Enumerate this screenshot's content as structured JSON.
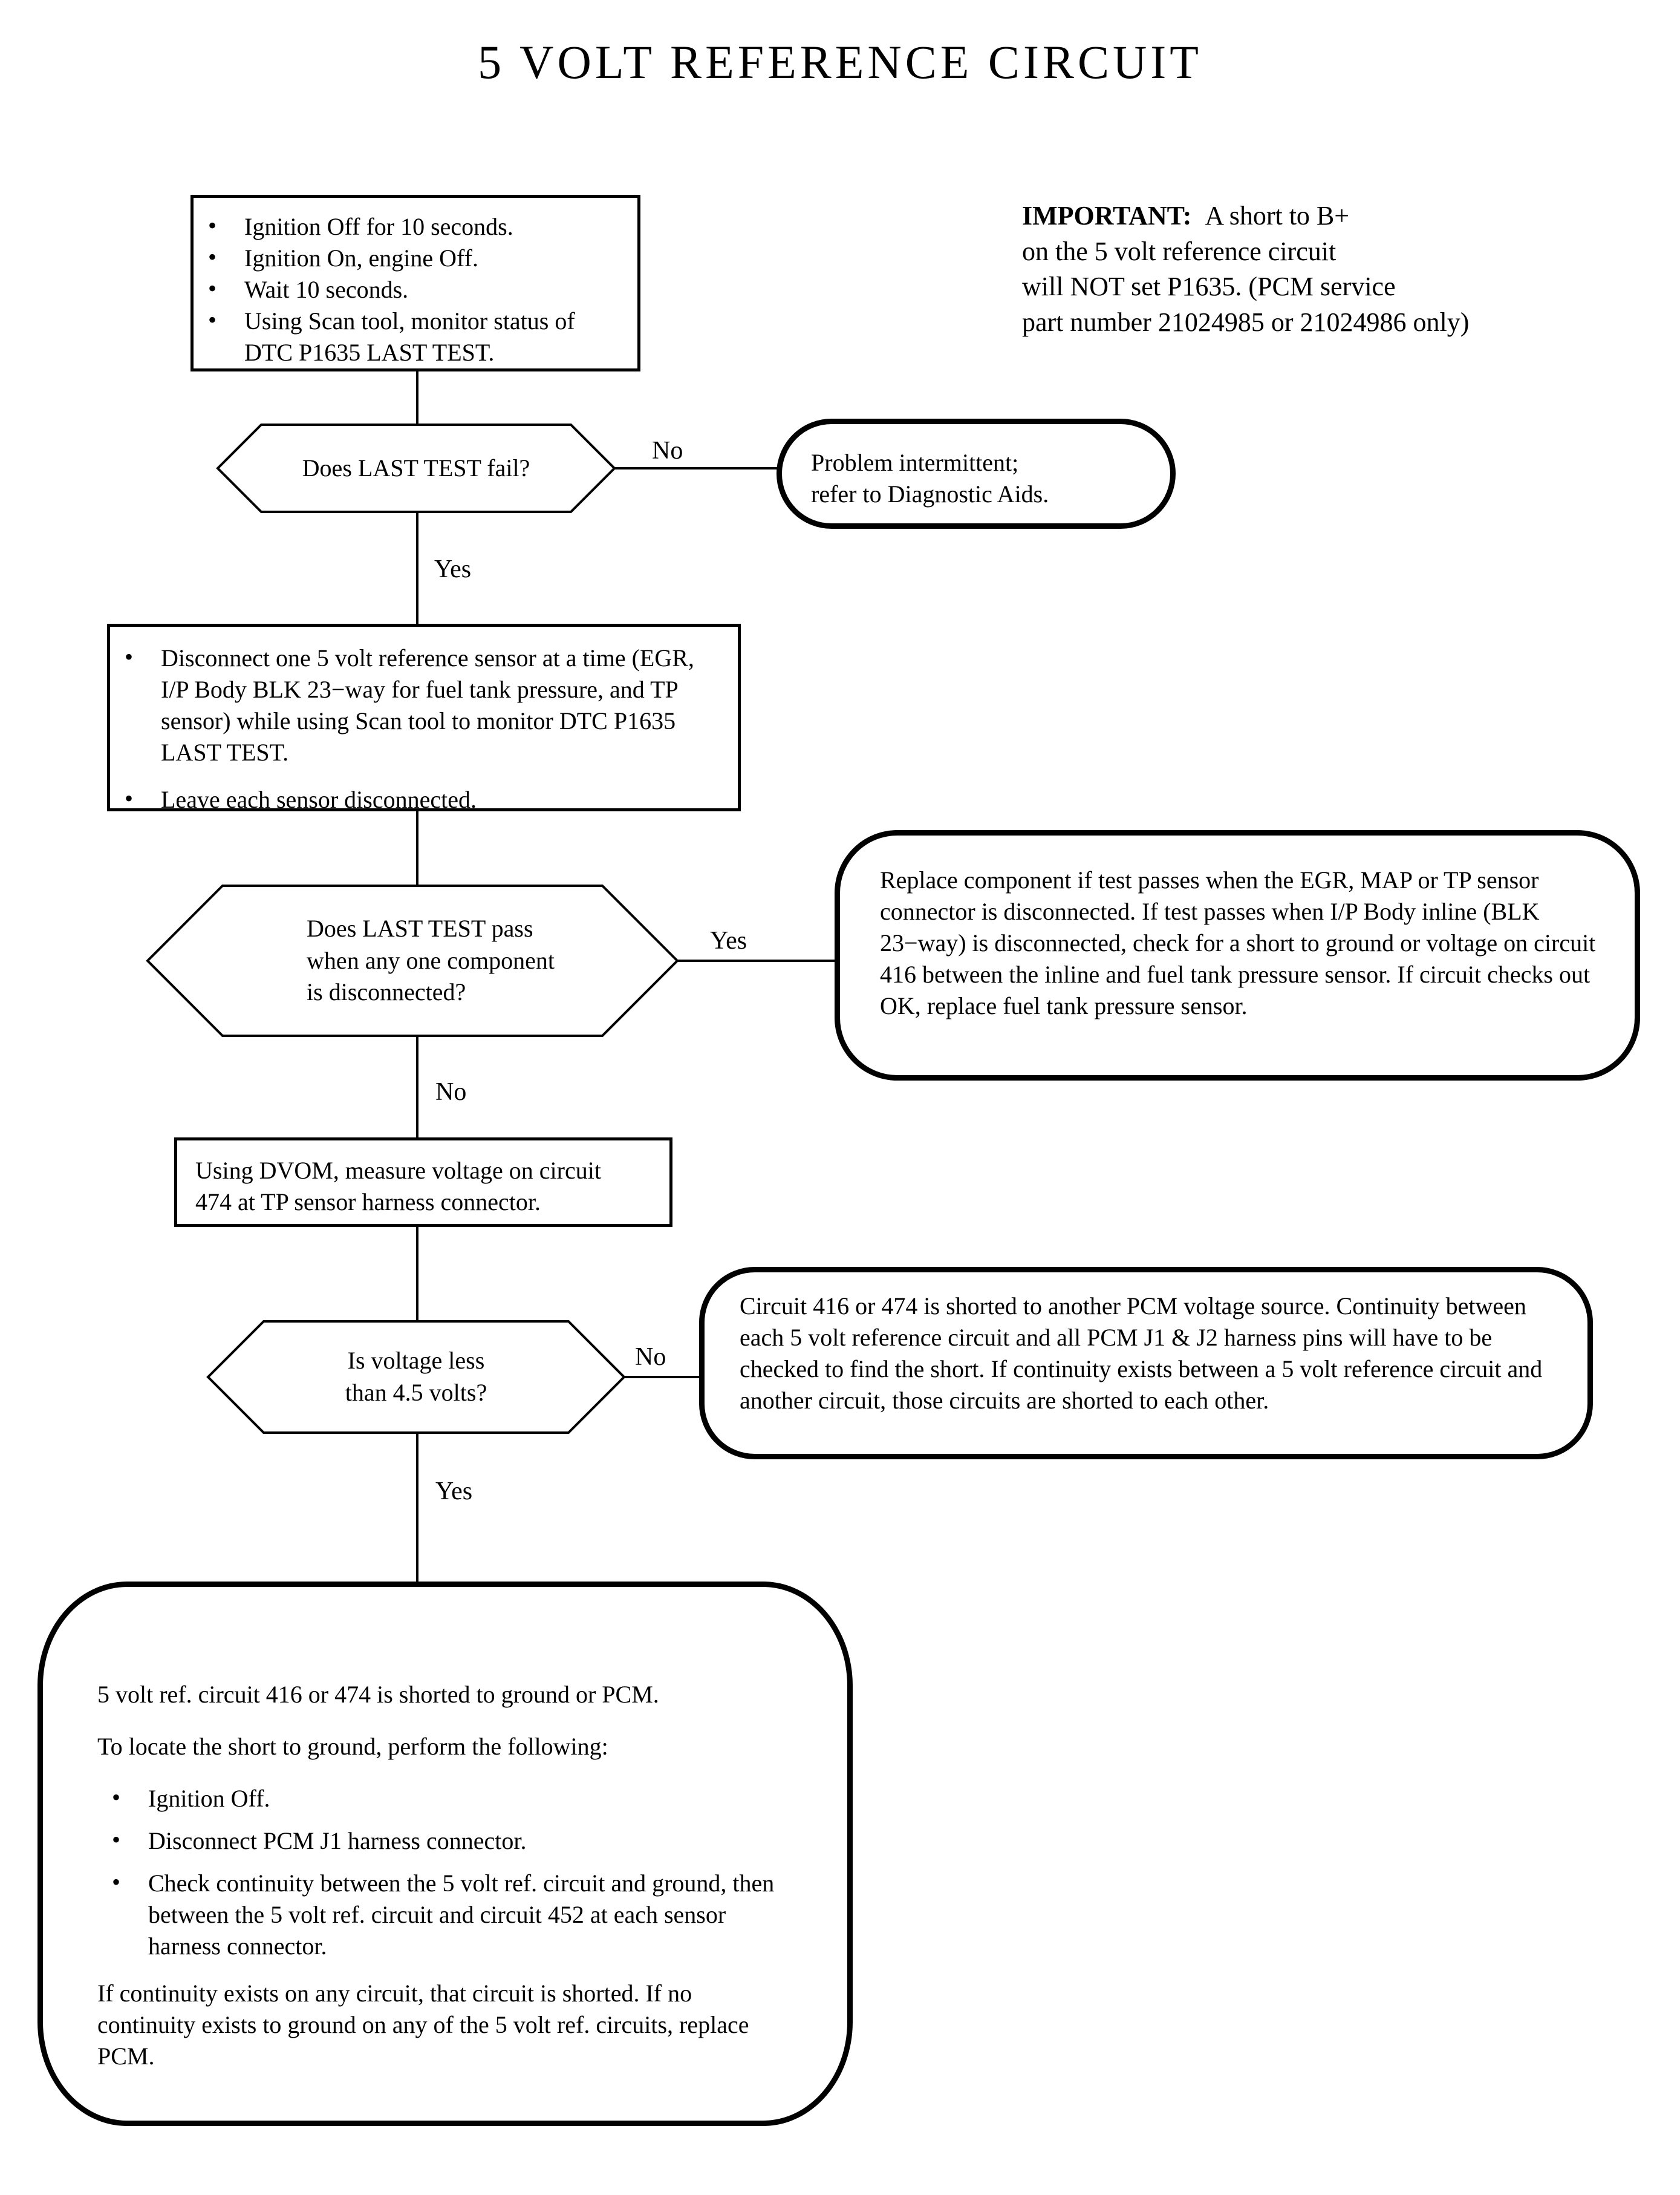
{
  "document": {
    "title": "5 VOLT REFERENCE CIRCUIT",
    "type": "automotive diagnostic flowchart"
  },
  "important_note": {
    "label": "IMPORTANT:",
    "line1": "A short to B+",
    "line2": "on the 5 volt reference circuit",
    "line3": "will NOT set P1635. (PCM service",
    "line4": "part number 21024985 or 21024986 only)"
  },
  "step1": {
    "bullets": [
      "Ignition Off for 10 seconds.",
      "Ignition On, engine Off.",
      "Wait 10 seconds.",
      "Using Scan tool, monitor status of DTC P1635 LAST TEST."
    ]
  },
  "decision1": {
    "text": "Does LAST TEST fail?",
    "yes_label": "Yes",
    "no_label": "No"
  },
  "terminal1": {
    "line1": "Problem intermittent;",
    "line2": "refer to Diagnostic Aids."
  },
  "step2": {
    "bullet1": "Disconnect one 5 volt reference sensor at a time (EGR, I/P Body BLK 23−way for fuel tank pressure, and TP sensor) while using Scan tool to monitor DTC P1635 LAST TEST.",
    "bullet2": "Leave each sensor disconnected."
  },
  "decision2": {
    "line1": "Does LAST TEST pass",
    "line2": "when any one component",
    "line3": "is disconnected?",
    "yes_label": "Yes",
    "no_label": "No"
  },
  "terminal2": {
    "text": "Replace component if test passes when the EGR, MAP or TP sensor connector is disconnected. If test passes when I/P Body inline (BLK 23−way) is disconnected, check for a short to ground or voltage on circuit 416 between the inline and fuel tank pressure sensor. If circuit checks out OK, replace fuel tank pressure sensor."
  },
  "step3": {
    "line1": "Using DVOM, measure voltage on circuit",
    "line2": "474 at TP sensor harness connector."
  },
  "decision3": {
    "line1": "Is voltage less",
    "line2": "than 4.5 volts?",
    "yes_label": "Yes",
    "no_label": "No"
  },
  "terminal3": {
    "text": "Circuit 416 or 474 is shorted to another PCM voltage source. Continuity between each 5 volt reference circuit and all PCM J1 & J2 harness pins will have to be checked to find the short. If continuity exists between a 5 volt reference circuit and another circuit, those circuits are shorted to each other."
  },
  "terminal4": {
    "heading": "5 volt ref. circuit 416 or 474 is shorted to ground or PCM.",
    "subheading": "To locate the short to ground, perform the following:",
    "bullets": [
      "Ignition Off.",
      "Disconnect PCM J1 harness connector.",
      "Check continuity between the 5 volt ref. circuit and ground, then between the 5 volt ref. circuit and circuit 452 at each sensor harness connector."
    ],
    "footer": "If continuity exists on any circuit, that circuit is shorted. If no continuity exists to ground on any of the 5 volt ref. circuits, replace PCM."
  },
  "colors": {
    "ink": "#000000",
    "paper": "#ffffff"
  }
}
